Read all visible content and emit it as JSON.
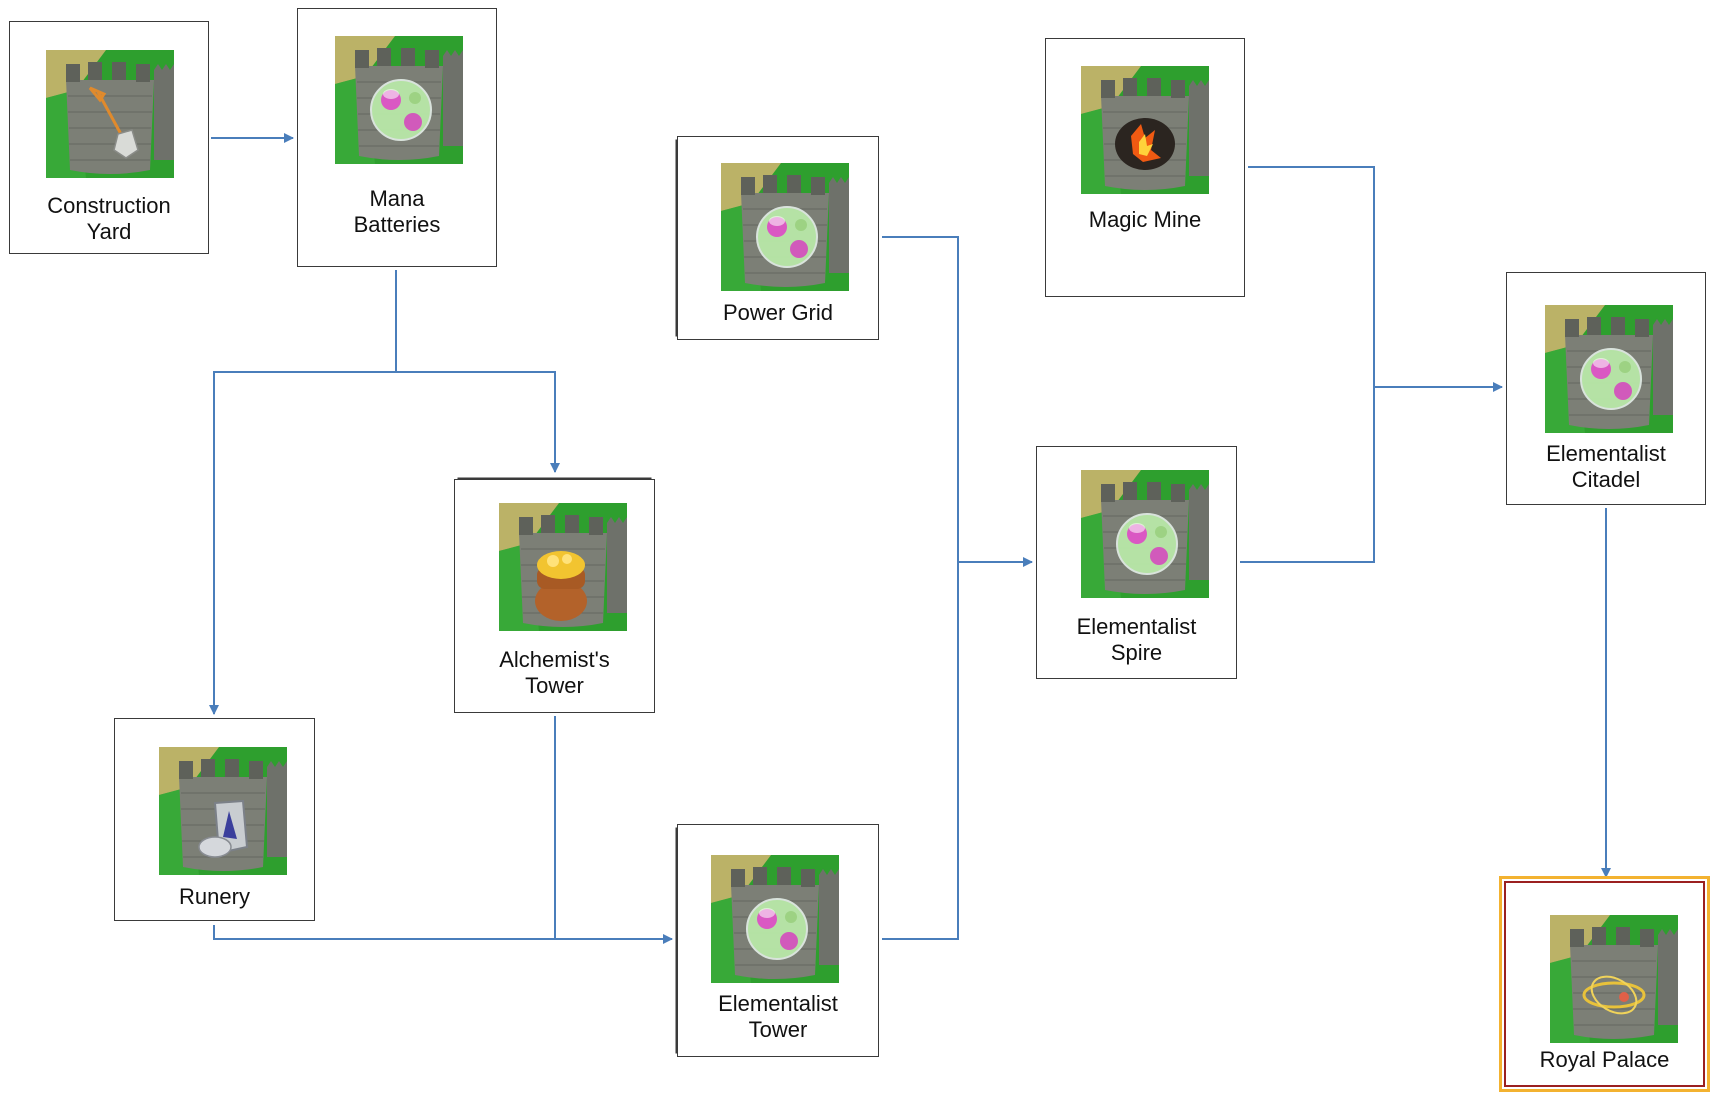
{
  "colors": {
    "connector": "#4a7ebb",
    "box_border": "#3a3a3a",
    "grass": "#2e9f2e",
    "stone": "#7c7f76",
    "highlight_outer": "#f3b230",
    "highlight_inner": "#9b2020"
  },
  "nodes": [
    {
      "id": "construction-yard",
      "lines": [
        "Construction",
        "Yard"
      ],
      "icon": "shovel-icon"
    },
    {
      "id": "mana-batteries",
      "lines": [
        "Mana",
        "Batteries"
      ],
      "icon": "mana-orb-icon"
    },
    {
      "id": "power-grid",
      "lines": [
        "Power Grid"
      ],
      "icon": "mana-orb-icon"
    },
    {
      "id": "magic-mine",
      "lines": [
        "Magic Mine"
      ],
      "icon": "lava-rock-icon"
    },
    {
      "id": "alchemists-tower",
      "lines": [
        "Alchemist's",
        "Tower"
      ],
      "icon": "gold-pot-icon"
    },
    {
      "id": "elementalist-spire",
      "lines": [
        "Elementalist",
        "Spire"
      ],
      "icon": "mana-orb-icon"
    },
    {
      "id": "elementalist-citadel",
      "lines": [
        "Elementalist",
        "Citadel"
      ],
      "icon": "mana-orb-icon"
    },
    {
      "id": "runery",
      "lines": [
        "Runery"
      ],
      "icon": "rune-stone-icon"
    },
    {
      "id": "elementalist-tower",
      "lines": [
        "Elementalist",
        "Tower"
      ],
      "icon": "mana-orb-icon"
    },
    {
      "id": "royal-palace",
      "lines": [
        "Royal Palace"
      ],
      "icon": "golden-rings-icon"
    }
  ],
  "edges": [
    {
      "from": "construction-yard",
      "to": "mana-batteries"
    },
    {
      "from": "mana-batteries",
      "to": "runery"
    },
    {
      "from": "mana-batteries",
      "to": "alchemists-tower"
    },
    {
      "from": "runery",
      "to": "elementalist-tower"
    },
    {
      "from": "alchemists-tower",
      "to": "elementalist-tower"
    },
    {
      "from": "power-grid",
      "to": "elementalist-spire"
    },
    {
      "from": "elementalist-tower",
      "to": "elementalist-spire"
    },
    {
      "from": "magic-mine",
      "to": "elementalist-citadel"
    },
    {
      "from": "elementalist-spire",
      "to": "elementalist-citadel"
    },
    {
      "from": "elementalist-citadel",
      "to": "royal-palace"
    }
  ]
}
